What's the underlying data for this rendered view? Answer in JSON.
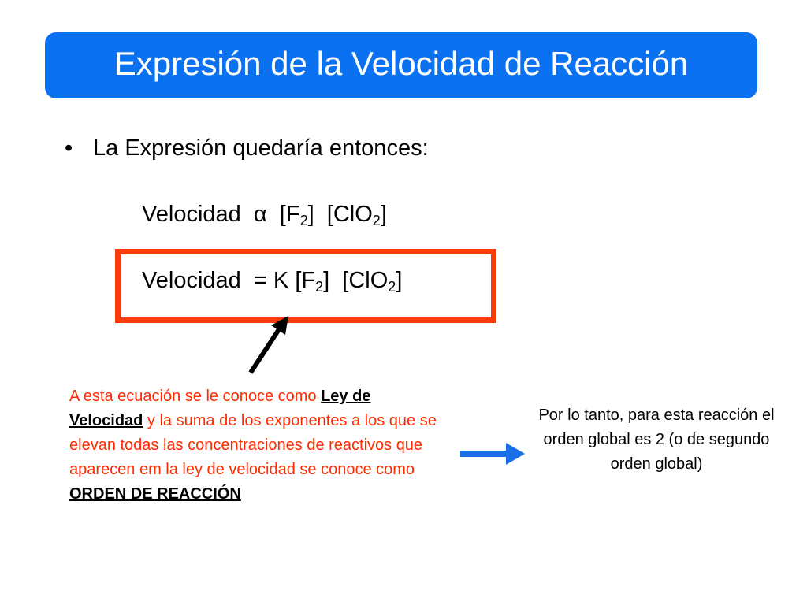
{
  "slide": {
    "title": "Expresión de la Velocidad de Reacción",
    "bullet": {
      "symbol": "•",
      "text": "La Expresión quedaría entonces:"
    },
    "formula1": {
      "lhs": "Velocidad",
      "operator": "α",
      "term1_open": "[F",
      "term1_sub": "2",
      "term1_close": "]",
      "term2_open": "[ClO",
      "term2_sub": "2",
      "term2_close": "]"
    },
    "formula2": {
      "lhs": "Velocidad",
      "operator": "= K",
      "term1_open": "[F",
      "term1_sub": "2",
      "term1_close": "]",
      "term2_open": "[ClO",
      "term2_sub": "2",
      "term2_close": "]"
    },
    "left_note": {
      "part1": "A esta ecuación se le conoce como ",
      "emphasis1": "Ley de Velocidad",
      "part2": " y la suma de los exponentes a los que se elevan todas las concentraciones de reactivos que aparecen em la ley de velocidad se conoce como ",
      "emphasis2": "ORDEN DE REACCIÓN"
    },
    "right_note": "Por lo tanto, para esta reacción el orden global es 2 (o de segundo orden global)",
    "colors": {
      "title_bg": "#0a72f0",
      "box_border": "#fa3c0a",
      "note_text": "#ff2a00",
      "right_arrow": "#1a6fe6"
    },
    "icons": {
      "up_arrow": "diagonal-arrow-icon",
      "right_arrow": "right-arrow-icon"
    }
  }
}
